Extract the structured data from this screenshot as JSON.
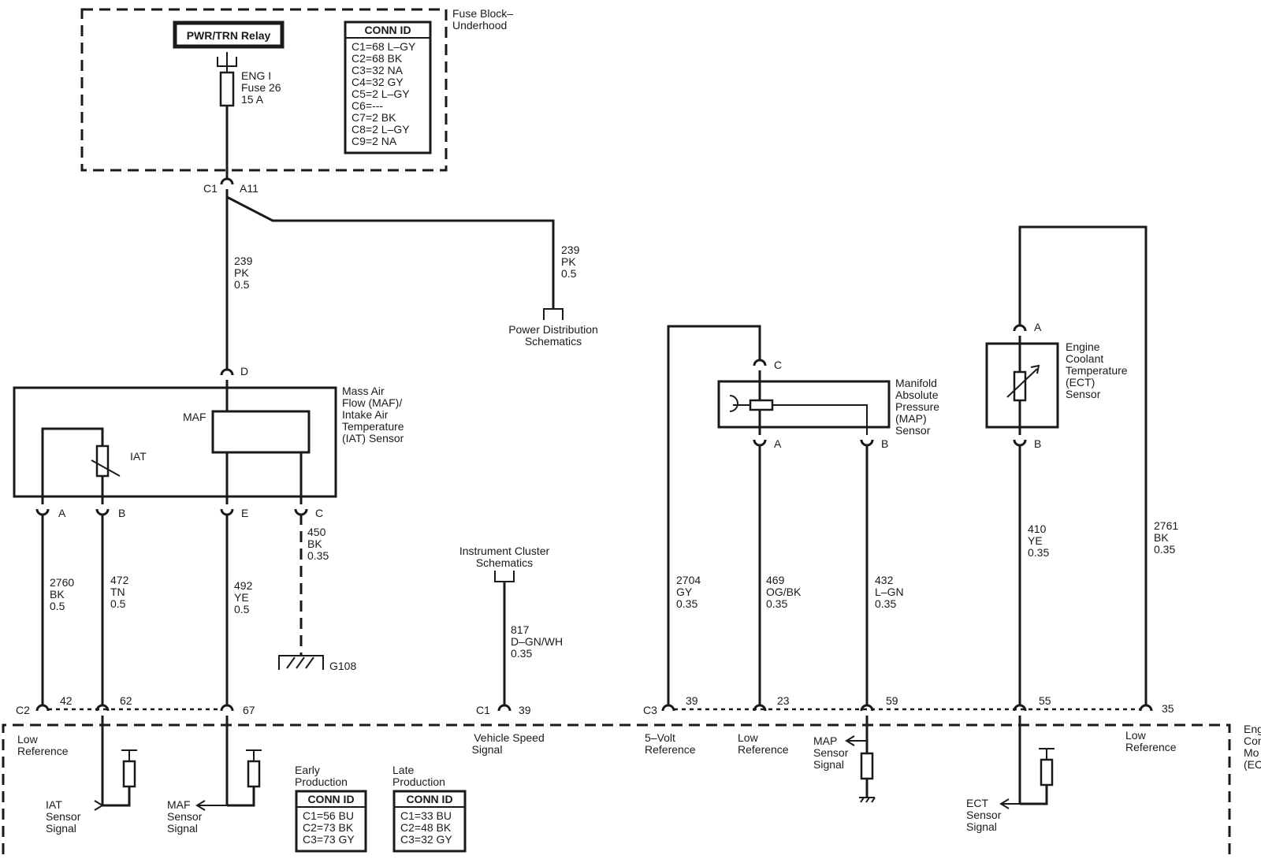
{
  "fuse_block": {
    "label_line1": "Fuse Block–",
    "label_line2": "Underhood",
    "relay": "PWR/TRN Relay",
    "fuse_line1": "ENG I",
    "fuse_line2": "Fuse 26",
    "fuse_line3": "15 A",
    "conn_title": "CONN ID",
    "conn_rows": [
      "C1=68 L–GY",
      "C2=68 BK",
      "C3=32 NA",
      "C4=32 GY",
      "C5=2 L–GY",
      "C6=---",
      "C7=2 BK",
      "C8=2 L–GY",
      "C9=2 NA"
    ]
  },
  "splice": {
    "conn": "C1",
    "pin": "A11"
  },
  "wires": {
    "w239_left": [
      "239",
      "PK",
      "0.5"
    ],
    "w239_right": [
      "239",
      "PK",
      "0.5"
    ],
    "w2760": [
      "2760",
      "BK",
      "0.5"
    ],
    "w472": [
      "472",
      "TN",
      "0.5"
    ],
    "w492": [
      "492",
      "YE",
      "0.5"
    ],
    "w450": [
      "450",
      "BK",
      "0.35"
    ],
    "w817": [
      "817",
      "D–GN/WH",
      "0.35"
    ],
    "w2704": [
      "2704",
      "GY",
      "0.35"
    ],
    "w469": [
      "469",
      "OG/BK",
      "0.35"
    ],
    "w432": [
      "432",
      "L–GN",
      "0.35"
    ],
    "w410": [
      "410",
      "YE",
      "0.35"
    ],
    "w2761": [
      "2761",
      "BK",
      "0.35"
    ]
  },
  "power_dist": [
    "Power Distribution",
    "Schematics"
  ],
  "instrument_cluster": [
    "Instrument Cluster",
    "Schematics"
  ],
  "maf_iat": {
    "label": [
      "Mass Air",
      "Flow (MAF)/",
      "Intake Air",
      "Temperature",
      "(IAT) Sensor"
    ],
    "maf": "MAF",
    "iat": "IAT",
    "pins": {
      "d": "D",
      "a": "A",
      "b": "B",
      "e": "E",
      "c": "C"
    }
  },
  "ground": "G108",
  "map_sensor": {
    "label": [
      "Manifold",
      "Absolute",
      "Pressure",
      "(MAP)",
      "Sensor"
    ],
    "pins": {
      "c": "C",
      "a": "A",
      "b": "B"
    }
  },
  "ect_sensor": {
    "label": [
      "Engine",
      "Coolant",
      "Temperature",
      "(ECT)",
      "Sensor"
    ],
    "pins": {
      "a": "A",
      "b": "B"
    }
  },
  "ecm_pins": {
    "c2": "C2",
    "p42": "42",
    "p62": "62",
    "p67": "67",
    "c1": "C1",
    "p39a": "39",
    "c3": "C3",
    "p39b": "39",
    "p23": "23",
    "p59": "59",
    "p55": "55",
    "p35": "35"
  },
  "ecm": {
    "label": [
      "Eng",
      "Con",
      "Mo",
      "(EC"
    ],
    "low_ref_1": [
      "Low",
      "Reference"
    ],
    "iat_signal": [
      "IAT",
      "Sensor",
      "Signal"
    ],
    "maf_signal": [
      "MAF",
      "Sensor",
      "Signal"
    ],
    "vss": [
      "Vehicle Speed",
      "Signal"
    ],
    "five_volt": [
      "5–Volt",
      "Reference"
    ],
    "low_ref_2": [
      "Low",
      "Reference"
    ],
    "map_signal": [
      "MAP",
      "Sensor",
      "Signal"
    ],
    "ect_signal": [
      "ECT",
      "Sensor",
      "Signal"
    ],
    "low_ref_3": [
      "Low",
      "Reference"
    ],
    "early": [
      "Early",
      "Production"
    ],
    "late": [
      "Late",
      "Production"
    ],
    "early_conn_title": "CONN ID",
    "early_conn_rows": [
      "C1=56 BU",
      "C2=73 BK",
      "C3=73 GY"
    ],
    "late_conn_title": "CONN ID",
    "late_conn_rows": [
      "C1=33 BU",
      "C2=48 BK",
      "C3=32 GY"
    ]
  }
}
